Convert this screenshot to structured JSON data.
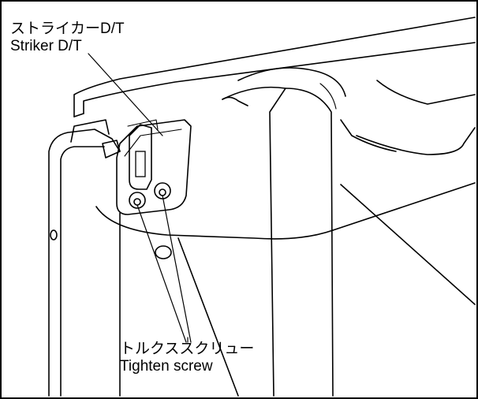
{
  "callouts": {
    "striker": {
      "japanese": "ストライカーD/T",
      "english": "Striker D/T"
    },
    "screw": {
      "japanese": "トルクススクリュー",
      "english": "Tighten screw"
    }
  },
  "colors": {
    "line": "#000000",
    "background": "#ffffff"
  }
}
